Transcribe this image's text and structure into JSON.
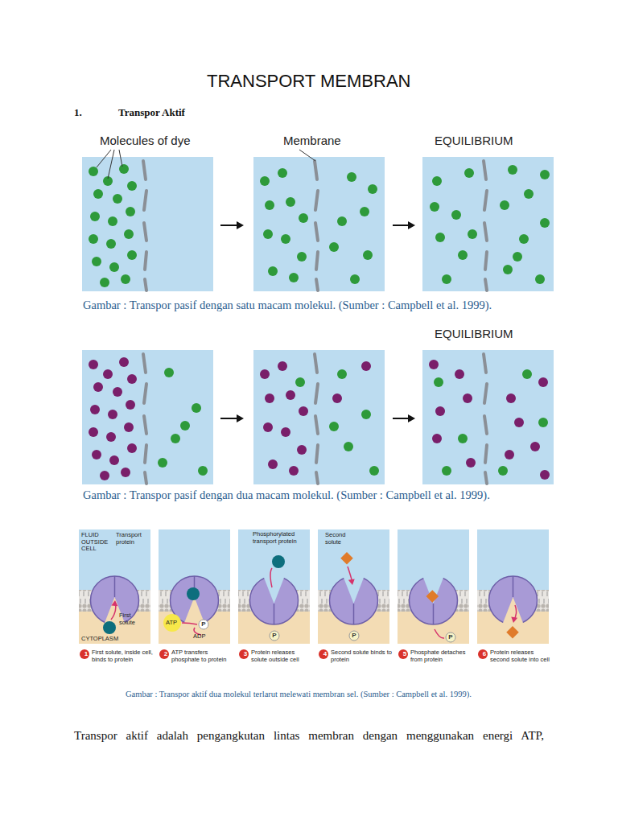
{
  "diagram": {
    "title": "TRANSPORT MEMBRAN",
    "labels": [
      "1.",
      "Transpor Aktif",
      "Molecules of dye",
      "Membrane",
      "EQUILIBRIUM",
      "Gambar : Transpor pasif dengan satu macam molekul. (Sumber : Campbell et al. 1999).",
      "EQUILIBRIUM",
      "Gambar : Transpor pasif dengan dua macam molekul. (Sumber : Campbell et al. 1999).",
      "FLUID OUTSIDE CELL",
      "Transport protein",
      "Phosphorylated transport protein",
      "Second solute",
      "First solute",
      "ATP",
      "P",
      "ADP",
      "CYTOPLASM",
      "P",
      "P",
      "P",
      "1",
      "First solute, inside cell, binds to protein",
      "2",
      "ATP transfers phosphate to protein",
      "3",
      "Protein releases solute outside cell",
      "4",
      "Second solute binds to protein",
      "5",
      "Phosphate detaches from protein",
      "6",
      "Protein releases second solute into cell",
      "Gambar : Transpor aktif dua molekul terlarut melewati membran sel. (Sumber : Campbell et al. 1999).",
      "Transpor aktif adalah pengangkutan lintas membran dengan menggunakan energi ATP,"
    ]
  }
}
